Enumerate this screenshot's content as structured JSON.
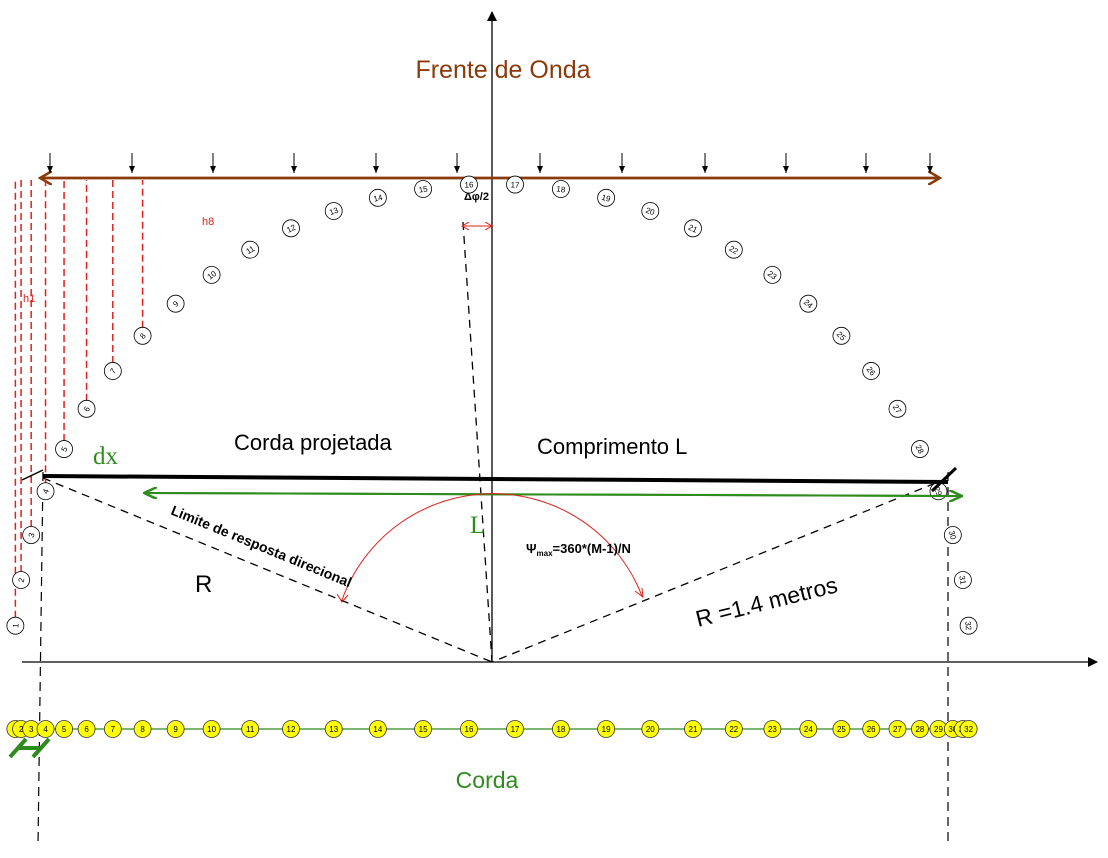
{
  "title": "Frente de Onda",
  "labels": {
    "dx": "dx",
    "corda_projetada": "Corda projetada",
    "comprimento": "Comprimento L",
    "L": "L",
    "psi_main": "Ψ",
    "psi_sub": "max",
    "psi_rest": "=360*(M-1)/N",
    "limite": "Limite de resposta direcional",
    "R_left": "R",
    "R_right": "R =1.4 metros",
    "delta_phi": "Δφ/2",
    "h1": "h1",
    "h8": "h8",
    "corda": "Corda"
  },
  "arc_elements": [
    "1",
    "2",
    "3",
    "4",
    "5",
    "6",
    "7",
    "8",
    "9",
    "10",
    "11",
    "12",
    "13",
    "14",
    "15",
    "16",
    "17",
    "18",
    "19",
    "20",
    "21",
    "22",
    "23",
    "24",
    "25",
    "26",
    "27",
    "28",
    "29",
    "30",
    "31",
    "32"
  ],
  "chord_elements": [
    "1",
    "2",
    "3",
    "4",
    "5",
    "6",
    "7",
    "8",
    "9",
    "10",
    "11",
    "12",
    "13",
    "14",
    "15",
    "16",
    "17",
    "18",
    "19",
    "20",
    "21",
    "22",
    "23",
    "24",
    "25",
    "26",
    "27",
    "28",
    "29",
    "30",
    "31",
    "32"
  ],
  "colors": {
    "wavefront": "#8b3a0a",
    "title": "#8b3a0a",
    "green": "#2e8b1e",
    "red": "#e0201a",
    "yellow": "#ffff00",
    "black": "#000000"
  }
}
